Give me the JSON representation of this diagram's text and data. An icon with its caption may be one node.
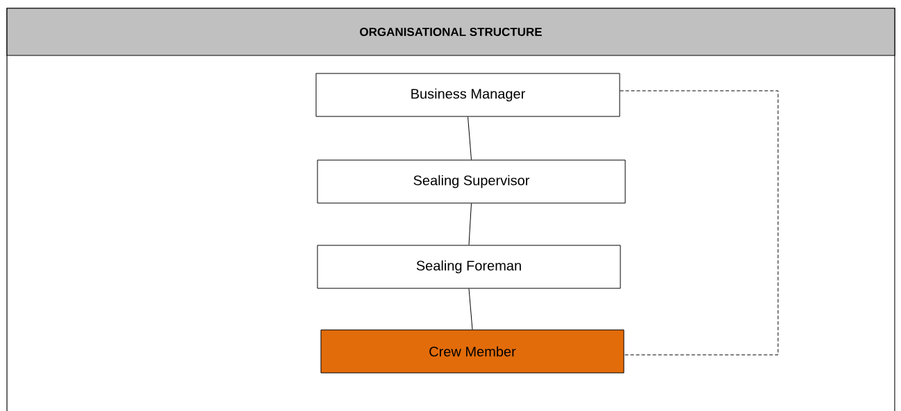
{
  "diagram": {
    "title": "ORGANISATIONAL STRUCTURE",
    "nodes": [
      {
        "text": [
          "Business Manager"
        ]
      },
      {
        "text": [
          "Sealing Supervisor"
        ]
      },
      {
        "text": [
          "Sealing Foreman"
        ]
      },
      {
        "text": [
          "Crew Member"
        ]
      }
    ],
    "edges": [
      {
        "from": 0,
        "to": 1,
        "arrow": "none"
      },
      {
        "from": 1,
        "to": 2,
        "arrow": "none"
      },
      {
        "from": 2,
        "to": 3,
        "arrow": "none"
      },
      {
        "from": 0,
        "to": 3,
        "arrow": "none",
        "style": "dashed"
      }
    ]
  }
}
